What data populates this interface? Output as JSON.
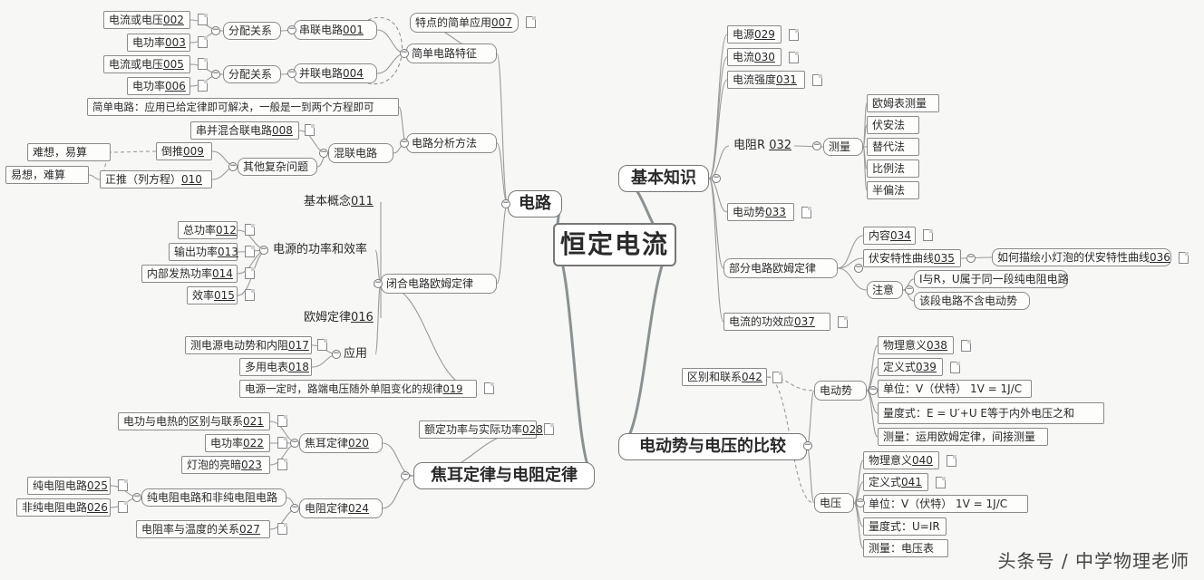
{
  "root": "恒定电流",
  "watermark": "头条号 / 中学物理老师",
  "branches": {
    "circuit": {
      "label": "电路",
      "simple_features": {
        "label": "简单电路特征",
        "apply": "特点的简单应用",
        "apply_code": "007",
        "series": {
          "label": "串联电路",
          "code": "001",
          "dist": "分配关系",
          "items": [
            {
              "label": "电流或电压",
              "code": "002"
            },
            {
              "label": "电功率",
              "code": "003"
            }
          ]
        },
        "parallel": {
          "label": "并联电路",
          "code": "004",
          "dist": "分配关系",
          "items": [
            {
              "label": "电流或电压",
              "code": "005"
            },
            {
              "label": "电功率",
              "code": "006"
            }
          ]
        }
      },
      "analysis": {
        "label": "电路分析方法",
        "simple": "简单电路：应用已给定律即可解决，一般是一到两个方程即可",
        "mixed": {
          "label": "混联电路",
          "series_parallel": {
            "label": "串并混合联电路",
            "code": "008"
          },
          "complex": "其他复杂问题",
          "reverse": {
            "label": "倒推",
            "code": "009"
          },
          "forward": {
            "label": "正推（列方程）",
            "code": "010"
          },
          "hard": "难想，易算",
          "easy": "易想，难算"
        }
      },
      "closed": {
        "label": "闭合电路欧姆定律",
        "basic": {
          "label": "基本概念",
          "code": "011"
        },
        "power": {
          "label": "电源的功率和效率",
          "items": [
            {
              "label": "总功率",
              "code": "012"
            },
            {
              "label": "输出功率",
              "code": "013"
            },
            {
              "label": "内部发热功率",
              "code": "014"
            },
            {
              "label": "效率",
              "code": "015"
            }
          ]
        },
        "ohm": {
          "label": "欧姆定律",
          "code": "016"
        },
        "apply": {
          "label": "应用",
          "items": [
            {
              "label": "测电源电动势和内阻",
              "code": "017"
            },
            {
              "label": "多用电表",
              "code": "018"
            }
          ]
        },
        "rule": {
          "label": "电源一定时，路端电压随外单阻变化的规律",
          "code": "019"
        }
      }
    },
    "joule": {
      "label": "焦耳定律与电阻定律",
      "rated": {
        "label": "额定功率与实际功率",
        "code": "028"
      },
      "joule_law": {
        "label": "焦耳定律",
        "code": "020",
        "items": [
          {
            "label": "电功与电热的区别与联系",
            "code": "021"
          },
          {
            "label": "电功率",
            "code": "022"
          },
          {
            "label": "灯泡的亮暗",
            "code": "023"
          }
        ]
      },
      "resist_law": {
        "label": "电阻定律",
        "code": "024",
        "pure": "纯电阻电路和非纯电阻电路",
        "pure_items": [
          {
            "label": "纯电阻电路",
            "code": "025"
          },
          {
            "label": "非纯电阻电路",
            "code": "026"
          }
        ],
        "temp": {
          "label": "电阻率与温度的关系",
          "code": "027"
        }
      }
    },
    "basics": {
      "label": "基本知识",
      "source": {
        "label": "电源",
        "code": "029"
      },
      "current": {
        "label": "电流",
        "code": "030"
      },
      "intensity": {
        "label": "电流强度",
        "code": "031"
      },
      "resistance": {
        "label": "电阻R",
        "code": "032"
      },
      "measure": "测量",
      "methods": [
        "欧姆表测量",
        "伏安法",
        "替代法",
        "比例法",
        "半偏法"
      ],
      "emf": {
        "label": "电动势",
        "code": "033"
      },
      "partial": {
        "label": "部分电路欧姆定律",
        "content": {
          "label": "内容",
          "code": "034"
        },
        "curve": {
          "label": "伏安特性曲线",
          "code": "035"
        },
        "curve_how": {
          "label": "如何描绘小灯泡的伏安特性曲线",
          "code": "036"
        },
        "note": "注意",
        "note1": "I与R，U属于同一段纯电阻电路",
        "note2": "该段电路不含电动势"
      },
      "heat": {
        "label": "电流的功效应",
        "code": "037"
      }
    },
    "compare": {
      "label": "电动势与电压的比较",
      "diff": {
        "label": "区别和联系",
        "code": "042"
      },
      "emf": {
        "label": "电动势",
        "meaning": {
          "label": "物理意义",
          "code": "038"
        },
        "def": {
          "label": "定义式",
          "code": "039"
        },
        "unit": "单位：V（伏特）    1V = 1J/C",
        "measure_formula": "量度式：E = U′+U    E等于内外电压之和",
        "measure": "测量：运用欧姆定律，间接测量"
      },
      "voltage": {
        "label": "电压",
        "meaning": {
          "label": "物理意义",
          "code": "040"
        },
        "def": {
          "label": "定义式",
          "code": "041"
        },
        "unit": "单位：V（伏特）    1V = 1J/C",
        "measure_formula": "量度式：U=IR",
        "measure": "测量：电压表"
      }
    }
  }
}
